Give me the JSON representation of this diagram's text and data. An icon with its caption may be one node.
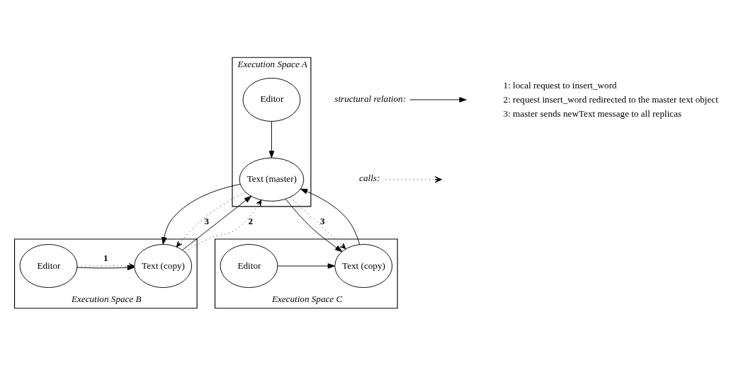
{
  "diagram": {
    "nodes": [
      {
        "text": [
          "Execution Space A"
        ]
      },
      {
        "text": [
          "Editor"
        ],
        "in": 0
      },
      {
        "text": [
          "Text (master)"
        ],
        "in": 0
      },
      {
        "text": [
          "Execution Space B"
        ]
      },
      {
        "text": [
          "Editor"
        ],
        "in": 3
      },
      {
        "text": [
          "Text (copy)"
        ],
        "in": 3
      },
      {
        "text": [
          "Execution Space C"
        ]
      },
      {
        "text": [
          "Text (copy)"
        ],
        "in": 6
      },
      {
        "text": [
          "Editor"
        ],
        "in": 6
      }
    ],
    "edges": [
      {
        "from": 1,
        "to": 2,
        "arrow": "to"
      },
      {
        "from": 4,
        "to": 5,
        "arrow": "to"
      },
      {
        "from": 8,
        "to": 7,
        "arrow": "to"
      },
      {
        "from": 5,
        "to": 2,
        "arrow": "to"
      },
      {
        "from": 2,
        "to": 5,
        "arrow": "to"
      },
      {
        "from": 7,
        "to": 2,
        "arrow": "to"
      },
      {
        "from": 2,
        "to": 7,
        "arrow": "to"
      },
      {
        "from": 4,
        "to": 5,
        "arrow": "to",
        "style": "dashed",
        "label": "1"
      },
      {
        "from": 5,
        "to": 2,
        "arrow": "to",
        "style": "dashed",
        "label": "2"
      },
      {
        "from": 2,
        "to": 5,
        "arrow": "to",
        "style": "dashed",
        "label": "3"
      },
      {
        "from": 2,
        "to": 7,
        "arrow": "to",
        "style": "dashed",
        "label": "3"
      }
    ],
    "labels": [
      "1: local request to insert_word",
      "2: request insert_word redirected to the master text object",
      "3: master sends newText message to all replicas"
    ],
    "legend": [
      {
        "text": "structural relation:"
      },
      {
        "text": "calls:"
      }
    ]
  }
}
